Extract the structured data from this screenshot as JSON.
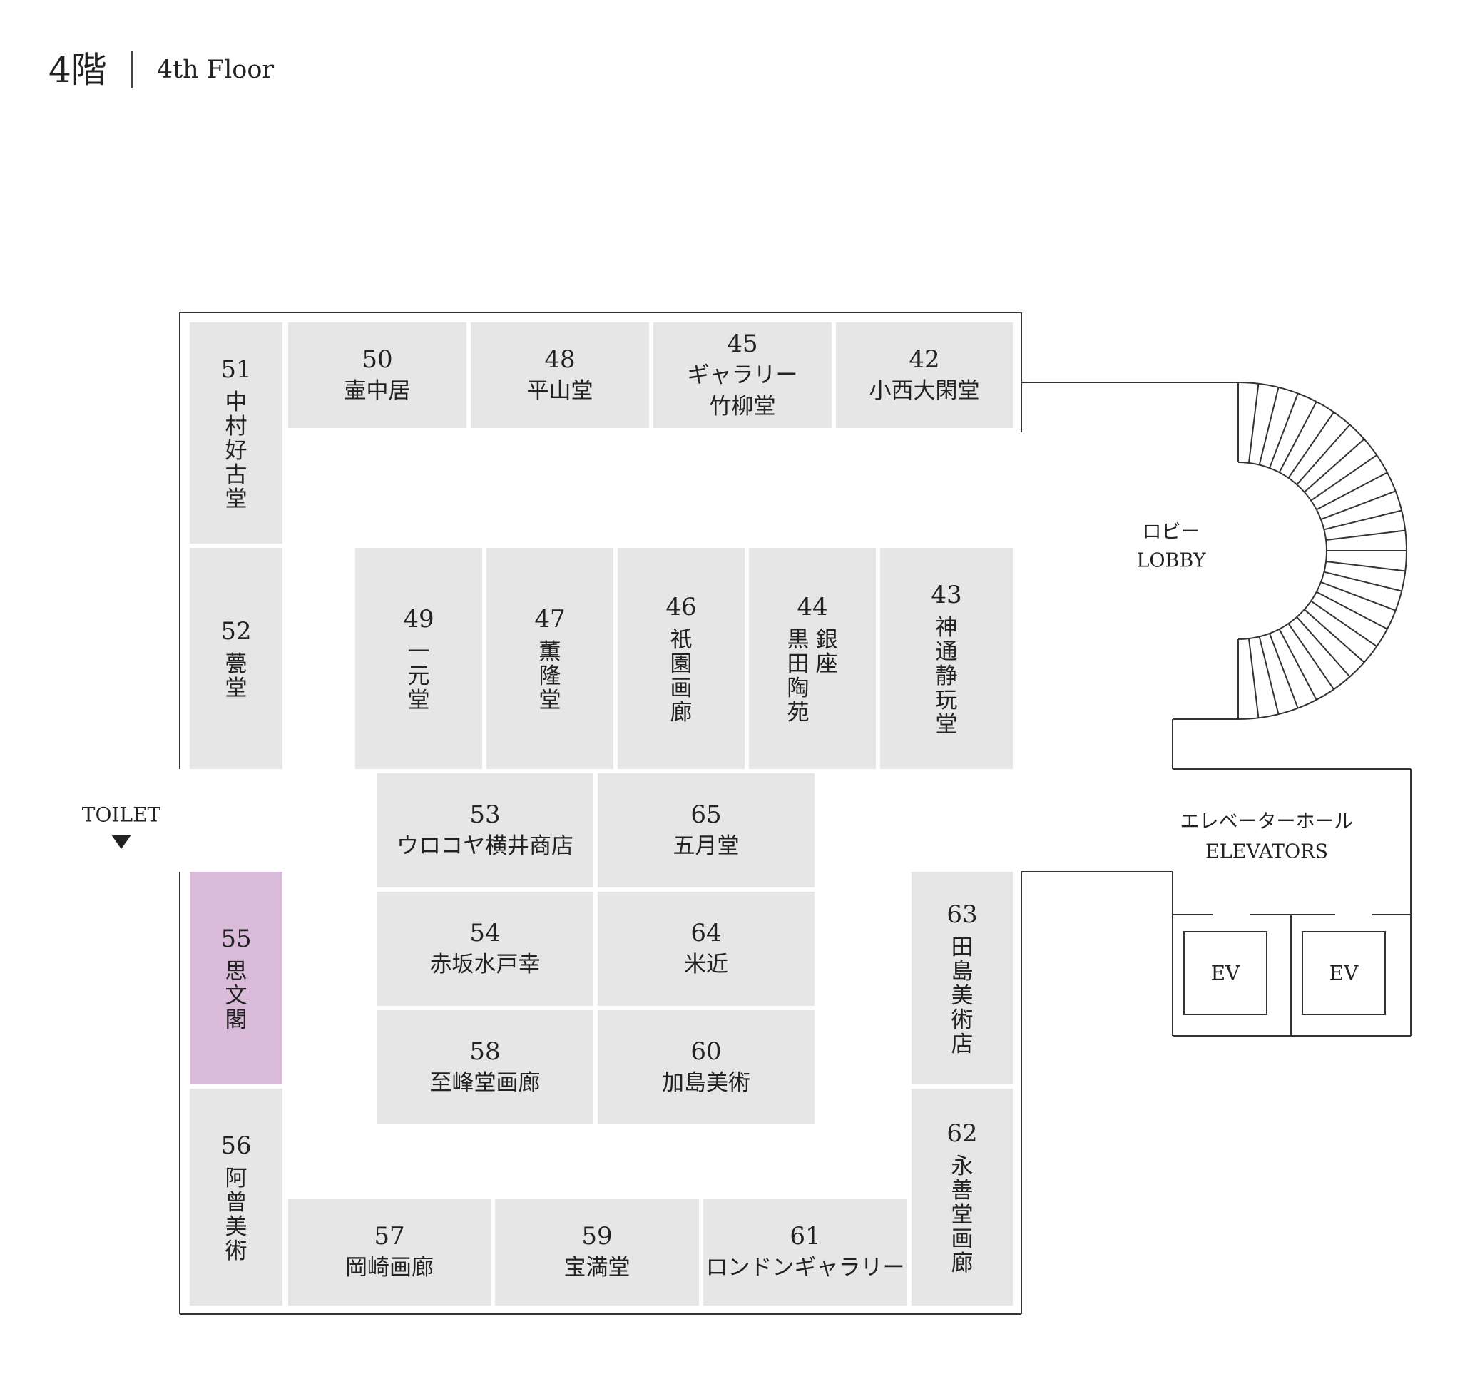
{
  "header": {
    "floor_jp": "4階",
    "floor_en": "4th Floor"
  },
  "colors": {
    "booth": "#e6e6e6",
    "highlight": "#d9bad9",
    "line": "#333333",
    "text": "#222222"
  },
  "booths": [
    {
      "id": "51",
      "name": "中村好古堂",
      "orientation": "vertical"
    },
    {
      "id": "50",
      "name": "壷中居",
      "orientation": "horizontal"
    },
    {
      "id": "48",
      "name": "平山堂",
      "orientation": "horizontal"
    },
    {
      "id": "45",
      "name": [
        "ギャラリー",
        "竹柳堂"
      ],
      "orientation": "horizontal"
    },
    {
      "id": "42",
      "name": "小西大閑堂",
      "orientation": "horizontal"
    },
    {
      "id": "52",
      "name": "甍堂",
      "orientation": "vertical"
    },
    {
      "id": "49",
      "name": "一元堂",
      "orientation": "vertical"
    },
    {
      "id": "47",
      "name": "薫隆堂",
      "orientation": "vertical"
    },
    {
      "id": "46",
      "name": "祇園画廊",
      "orientation": "vertical"
    },
    {
      "id": "44",
      "name": [
        "銀座",
        "黒田陶苑"
      ],
      "orientation": "vertical"
    },
    {
      "id": "43",
      "name": "神通静玩堂",
      "orientation": "vertical"
    },
    {
      "id": "53",
      "name": "ウロコヤ横井商店",
      "orientation": "horizontal"
    },
    {
      "id": "65",
      "name": "五月堂",
      "orientation": "horizontal"
    },
    {
      "id": "54",
      "name": "赤坂水戸幸",
      "orientation": "horizontal"
    },
    {
      "id": "64",
      "name": "米近",
      "orientation": "horizontal"
    },
    {
      "id": "58",
      "name": "至峰堂画廊",
      "orientation": "horizontal"
    },
    {
      "id": "60",
      "name": "加島美術",
      "orientation": "horizontal"
    },
    {
      "id": "55",
      "name": "思文閣",
      "orientation": "vertical",
      "highlighted": true
    },
    {
      "id": "63",
      "name": "田島美術店",
      "orientation": "vertical"
    },
    {
      "id": "56",
      "name": "阿曾美術",
      "orientation": "vertical"
    },
    {
      "id": "62",
      "name": "永善堂画廊",
      "orientation": "vertical"
    },
    {
      "id": "57",
      "name": "岡崎画廊",
      "orientation": "horizontal"
    },
    {
      "id": "59",
      "name": "宝満堂",
      "orientation": "horizontal"
    },
    {
      "id": "61",
      "name": "ロンドンギャラリー",
      "orientation": "horizontal"
    }
  ],
  "places": {
    "lobby": [
      "ロビー",
      "LOBBY"
    ],
    "elevator_hall": [
      "エレベーターホール",
      "ELEVATORS"
    ],
    "elevators": [
      "EV",
      "EV"
    ],
    "toilet": "TOILET"
  }
}
